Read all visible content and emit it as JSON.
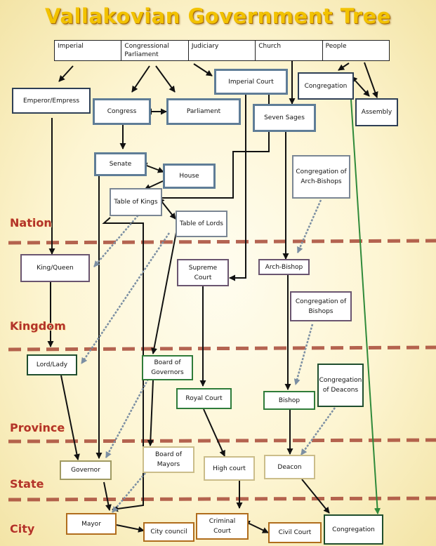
{
  "title": "Vallakovian Government Tree",
  "branches": [
    "Imperial",
    "Congressional Parliament",
    "Judiciary",
    "Church",
    "People"
  ],
  "levels": [
    "Nation",
    "Kingdom",
    "Province",
    "State",
    "City"
  ],
  "nodes": {
    "emperor": "Emperor/Empress",
    "congress": "Congress",
    "parliament": "Parliament",
    "imperial_court": "Imperial Court",
    "congregation_top": "Congregation",
    "seven_sages": "Seven Sages",
    "assembly": "Assembly",
    "senate": "Senate",
    "house": "House",
    "table_of_kings": "Table of Kings",
    "table_of_lords": "Table of Lords",
    "congregation_archbishops": "Congregation of Arch-Bishops",
    "king_queen": "King/Queen",
    "supreme_court": "Supreme Court",
    "archbishop": "Arch-Bishop",
    "congregation_bishops": "Congregation of Bishops",
    "lord_lady": "Lord/Lady",
    "board_of_governors": "Board of Governors",
    "royal_court": "Royal Court",
    "bishop": "Bishop",
    "congregation_deacons": "Congregation of Deacons",
    "governor": "Governor",
    "board_of_mayors": "Board of Mayors",
    "high_court": "High court",
    "deacon": "Deacon",
    "mayor": "Mayor",
    "city_council": "City council",
    "criminal_court": "Criminal Court",
    "civil_court": "Civil Court",
    "congregation_city": "Congregation"
  },
  "colors": {
    "title": "#f2c200",
    "level_text": "#b2332a",
    "divider": "#a84a38",
    "church_arrow": "#7c8fa3",
    "people_arrow": "#2f8a3a"
  }
}
